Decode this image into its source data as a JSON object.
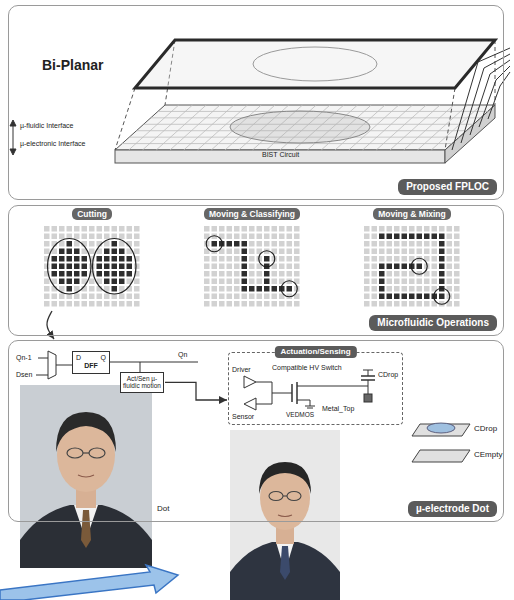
{
  "diagram": {
    "nodes": [
      {
        "text": [
          "Proposed FPLOC"
        ]
      },
      {
        "text": [
          "Microfluidic Operations"
        ]
      },
      {
        "text": [
          "Cutting"
        ],
        "in": 1
      },
      {
        "text": [
          "Moving & Classifying"
        ],
        "in": 1
      },
      {
        "text": [
          "Moving & Mixing"
        ],
        "in": 1
      },
      {
        "text": [
          "µ-electrode Dot"
        ]
      },
      {
        "text": [
          "D",
          "Q",
          "DFF"
        ],
        "in": 5
      },
      {
        "text": [
          "Act/Sen µ-fluidic motion"
        ],
        "in": 5
      },
      {
        "text": [
          "Actuation/Sensing"
        ],
        "in": 5
      }
    ],
    "edges": [
      {
        "from": 2,
        "to": 5,
        "arrow": "to"
      },
      {
        "from": 7,
        "to": 8,
        "arrow": "to"
      }
    ],
    "labels": [
      "Bi-Planar",
      "µ-fluidic Interface",
      "µ-electronic Interface",
      "BIST Circuit",
      "Qn-1",
      "Dsen",
      "Qn",
      "Dot",
      "Driver",
      "Sensor",
      "Compatible HV Switch",
      "VEDMOS",
      "CDrop",
      "Metal_Top",
      "CDrop",
      "CEmpty"
    ]
  }
}
